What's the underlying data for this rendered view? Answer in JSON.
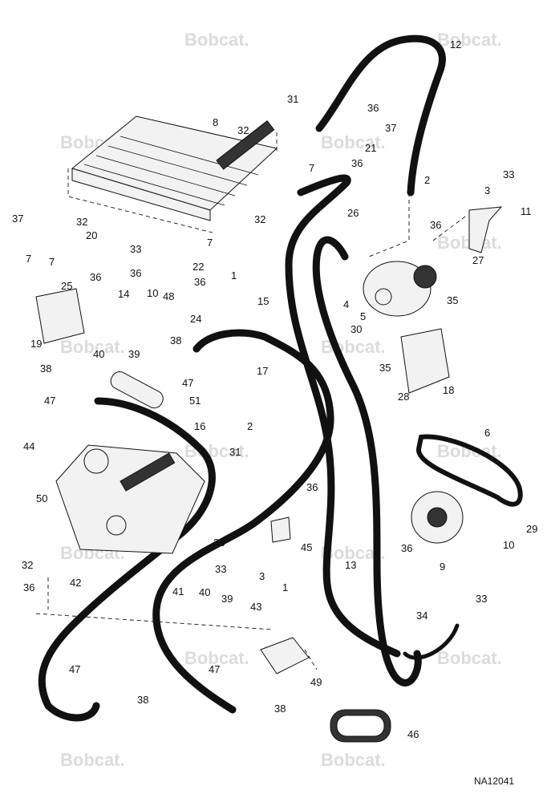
{
  "diagram": {
    "id_label": "NA12041",
    "watermark_text": "Bobcat."
  },
  "callouts": [
    {
      "id": "c12",
      "label": "12"
    },
    {
      "id": "c31a",
      "label": "31"
    },
    {
      "id": "c36a",
      "label": "36"
    },
    {
      "id": "c8",
      "label": "8"
    },
    {
      "id": "c32a",
      "label": "32"
    },
    {
      "id": "c37a",
      "label": "37"
    },
    {
      "id": "c21",
      "label": "21"
    },
    {
      "id": "c36b",
      "label": "36"
    },
    {
      "id": "c7a",
      "label": "7"
    },
    {
      "id": "c2a",
      "label": "2"
    },
    {
      "id": "c33a",
      "label": "33"
    },
    {
      "id": "c3a",
      "label": "3"
    },
    {
      "id": "c37b",
      "label": "37"
    },
    {
      "id": "c32b",
      "label": "32"
    },
    {
      "id": "c32c",
      "label": "32"
    },
    {
      "id": "c26",
      "label": "26"
    },
    {
      "id": "c36c",
      "label": "36"
    },
    {
      "id": "c11",
      "label": "11"
    },
    {
      "id": "c20",
      "label": "20"
    },
    {
      "id": "c7b",
      "label": "7"
    },
    {
      "id": "c7c",
      "label": "7"
    },
    {
      "id": "c7d",
      "label": "7"
    },
    {
      "id": "c33b",
      "label": "33"
    },
    {
      "id": "c36d",
      "label": "36"
    },
    {
      "id": "c22",
      "label": "22"
    },
    {
      "id": "c1a",
      "label": "1"
    },
    {
      "id": "c27",
      "label": "27"
    },
    {
      "id": "c36e",
      "label": "36"
    },
    {
      "id": "c36f",
      "label": "36"
    },
    {
      "id": "c15",
      "label": "15"
    },
    {
      "id": "c4",
      "label": "4"
    },
    {
      "id": "c35a",
      "label": "35"
    },
    {
      "id": "c25",
      "label": "25"
    },
    {
      "id": "c14",
      "label": "14"
    },
    {
      "id": "c10a",
      "label": "10"
    },
    {
      "id": "c48",
      "label": "48"
    },
    {
      "id": "c24",
      "label": "24"
    },
    {
      "id": "c5",
      "label": "5"
    },
    {
      "id": "c30",
      "label": "30"
    },
    {
      "id": "c19",
      "label": "19"
    },
    {
      "id": "c40a",
      "label": "40"
    },
    {
      "id": "c39a",
      "label": "39"
    },
    {
      "id": "c38a",
      "label": "38"
    },
    {
      "id": "c35b",
      "label": "35"
    },
    {
      "id": "c38b",
      "label": "38"
    },
    {
      "id": "c17",
      "label": "17"
    },
    {
      "id": "c47a",
      "label": "47"
    },
    {
      "id": "c28",
      "label": "28"
    },
    {
      "id": "c18",
      "label": "18"
    },
    {
      "id": "c47b",
      "label": "47"
    },
    {
      "id": "c51",
      "label": "51"
    },
    {
      "id": "c16",
      "label": "16"
    },
    {
      "id": "c2b",
      "label": "2"
    },
    {
      "id": "c6",
      "label": "6"
    },
    {
      "id": "c44",
      "label": "44"
    },
    {
      "id": "c31b",
      "label": "31"
    },
    {
      "id": "c36g",
      "label": "36"
    },
    {
      "id": "c50",
      "label": "50"
    },
    {
      "id": "c29",
      "label": "29"
    },
    {
      "id": "c23",
      "label": "23"
    },
    {
      "id": "c45",
      "label": "45"
    },
    {
      "id": "c10b",
      "label": "10"
    },
    {
      "id": "c9",
      "label": "9"
    },
    {
      "id": "c33c",
      "label": "33"
    },
    {
      "id": "c3b",
      "label": "3"
    },
    {
      "id": "c13",
      "label": "13"
    },
    {
      "id": "c36h",
      "label": "36"
    },
    {
      "id": "c32d",
      "label": "32"
    },
    {
      "id": "c1b",
      "label": "1"
    },
    {
      "id": "c42",
      "label": "42"
    },
    {
      "id": "c36i",
      "label": "36"
    },
    {
      "id": "c33d",
      "label": "33"
    },
    {
      "id": "c41",
      "label": "41"
    },
    {
      "id": "c40b",
      "label": "40"
    },
    {
      "id": "c39b",
      "label": "39"
    },
    {
      "id": "c43",
      "label": "43"
    },
    {
      "id": "c34",
      "label": "34"
    },
    {
      "id": "c47c",
      "label": "47"
    },
    {
      "id": "c47d",
      "label": "47"
    },
    {
      "id": "c49",
      "label": "49"
    },
    {
      "id": "c38c",
      "label": "38"
    },
    {
      "id": "c38d",
      "label": "38"
    },
    {
      "id": "c46",
      "label": "46"
    }
  ]
}
